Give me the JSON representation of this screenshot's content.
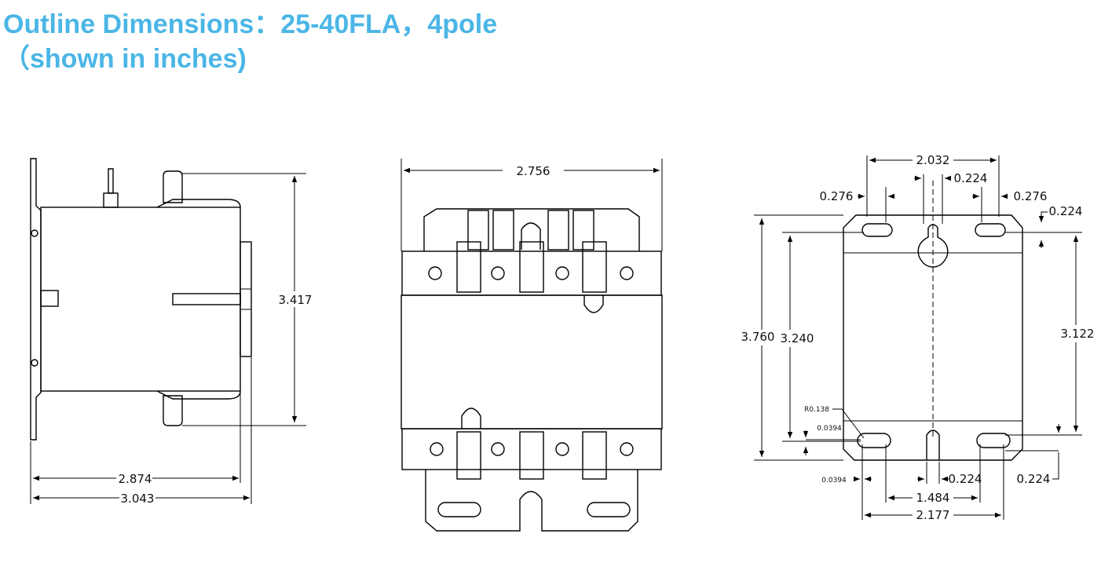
{
  "title": {
    "line1": "Outline Dimensions：25-40FLA，4pole",
    "line2": "（shown in inches)"
  },
  "colors": {
    "title": "#4bb6e6",
    "lines": "#000000"
  },
  "side_view": {
    "height": "3.417",
    "depth_body": "2.874",
    "depth_total": "3.043"
  },
  "front_view": {
    "width": "2.756"
  },
  "mount_view": {
    "top_span": "2.032",
    "slot_left": "0.276",
    "slot_center": "0.224",
    "slot_right": "0.276",
    "top_offset": "0.224",
    "total_height": "3.760",
    "hole_height": "3.240",
    "right_height": "3.122",
    "radius": "R0.138",
    "small_offset": "0.0394",
    "bottom_small": "0.0394",
    "bottom_center": "0.224",
    "bottom_right": "0.224",
    "bottom_span": "1.484",
    "bottom_total": "2.177"
  }
}
